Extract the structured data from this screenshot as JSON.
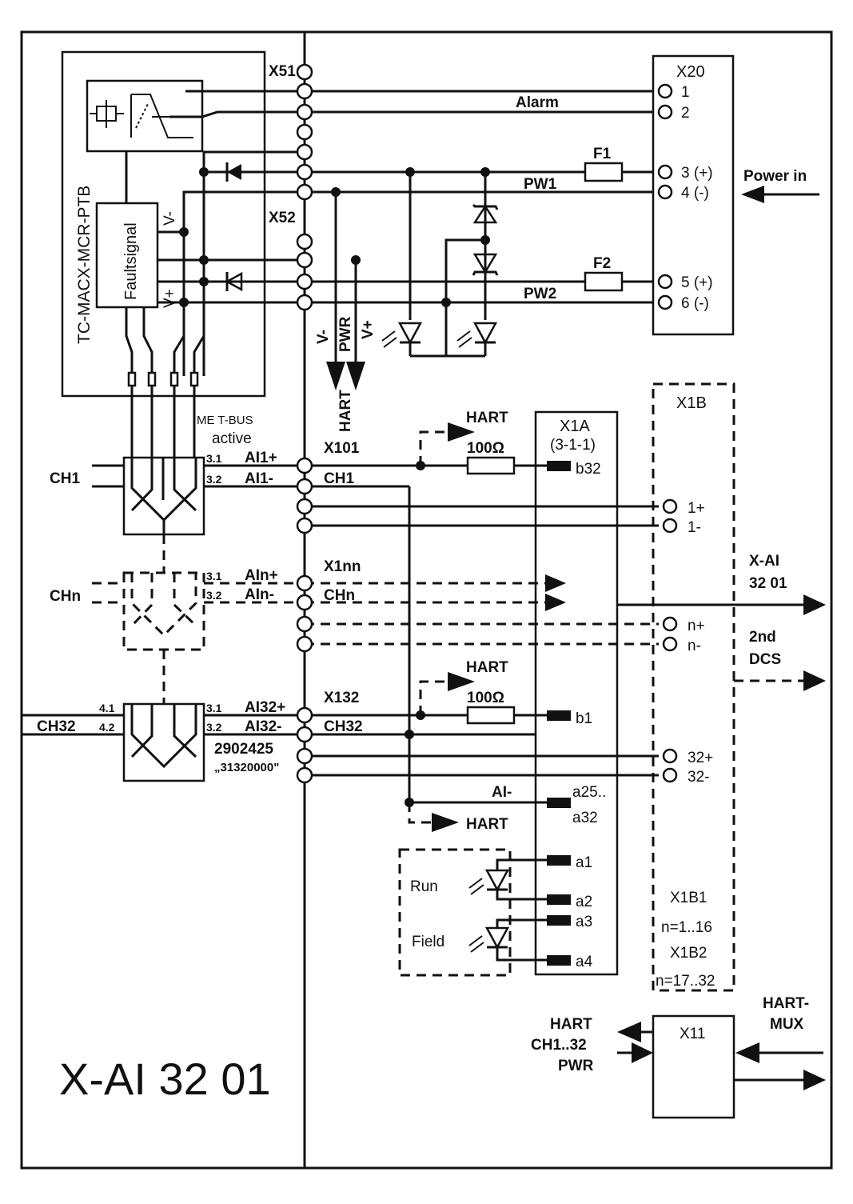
{
  "title": "X-AI 32 01",
  "module": {
    "name": "TC-MACX-MCR-PTB",
    "faultsignal": "Faultsignal",
    "v_minus": "V-",
    "v_plus": "V+"
  },
  "connectors": {
    "x51": "X51",
    "x52": "X52",
    "x20": "X20",
    "x1a": "X1A",
    "x1a_sub": "(3-1-1)",
    "x1b": "X1B",
    "x1b1": "X1B1",
    "x1b1_range": "n=1..16",
    "x1b2": "X1B2",
    "x1b2_range": "n=17..32",
    "x11": "X11",
    "x101": "X101",
    "x1nn": "X1nn",
    "x132": "X132"
  },
  "x20_terminals": [
    "1",
    "2",
    "3 (+)",
    "4 (-)",
    "5 (+)",
    "6 (-)"
  ],
  "power": {
    "alarm": "Alarm",
    "f1": "F1",
    "f2": "F2",
    "pw1": "PW1",
    "pw2": "PW2",
    "power_in": "Power in"
  },
  "bus": {
    "v_minus": "V-",
    "pwr": "PWR",
    "v_plus": "V+",
    "hart": "HART",
    "met_bus": "ME T-BUS",
    "active": "active"
  },
  "channels": {
    "ch1": "CH1",
    "chn": "CHn",
    "ch32": "CH32",
    "ai1p": "AI1+",
    "ai1m": "AI1-",
    "ainp": "AIn+",
    "ainm": "AIn-",
    "ai32p": "AI32+",
    "ai32m": "AI32-",
    "pin31": "3.1",
    "pin32": "3.2",
    "pin41": "4.1",
    "pin42": "4.2",
    "part_no": "2902425",
    "part_code": "„31320000\""
  },
  "hart_labels": {
    "hart": "HART",
    "resistor": "100Ω"
  },
  "x1a_pins": {
    "b32": "b32",
    "b1": "b1",
    "a25": "a25..",
    "a32": "a32",
    "a1": "a1",
    "a2": "a2",
    "a3": "a3",
    "a4": "a4",
    "ai_minus": "AI-"
  },
  "x1b_terms": [
    "1+",
    "1-",
    "n+",
    "n-",
    "32+",
    "32-"
  ],
  "leds": {
    "run": "Run",
    "field": "Field"
  },
  "outputs": {
    "xai_line1": "X-AI",
    "xai_line2": "32 01",
    "dcs_line1": "2nd",
    "dcs_line2": "DCS",
    "hartmux_line1": "HART-",
    "hartmux_line2": "MUX",
    "hart_in_line1": "HART",
    "hart_in_line2": "CH1..32",
    "hart_in_line3": "PWR"
  }
}
